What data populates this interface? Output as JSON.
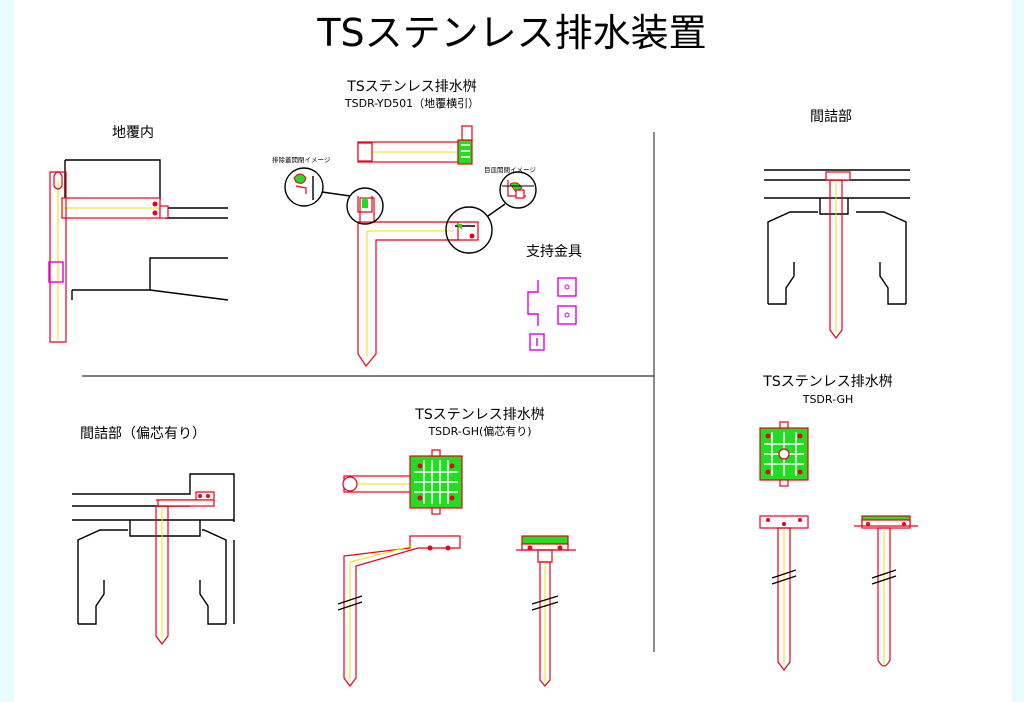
{
  "title": "TSステンレス排水装置",
  "sections": {
    "jifuku": {
      "label": "地覆内"
    },
    "yd501": {
      "title": "TSステンレス排水桝",
      "model": "TSDR-YD501（地覆横引）"
    },
    "lid_callout": {
      "label": "排除蓋開閉イメージ"
    },
    "grate_callout": {
      "label": "目皿開閉イメージ"
    },
    "bracket": {
      "label": "支持金具"
    },
    "tsume_top": {
      "label": "間詰部"
    },
    "tsume_offset": {
      "label": "間詰部（偏芯有り）"
    },
    "gh_offset": {
      "title": "TSステンレス排水桝",
      "model": "TSDR-GH(偏芯有り)"
    },
    "gh": {
      "title": "TSステンレス排水桝",
      "model": "TSDR-GH"
    }
  },
  "colors": {
    "pipe": "#e8001c",
    "centerline": "#f0e000",
    "grate": "#22dd22",
    "bracket": "#e000e0",
    "structure": "#000000",
    "border": "#e9fbfa"
  }
}
